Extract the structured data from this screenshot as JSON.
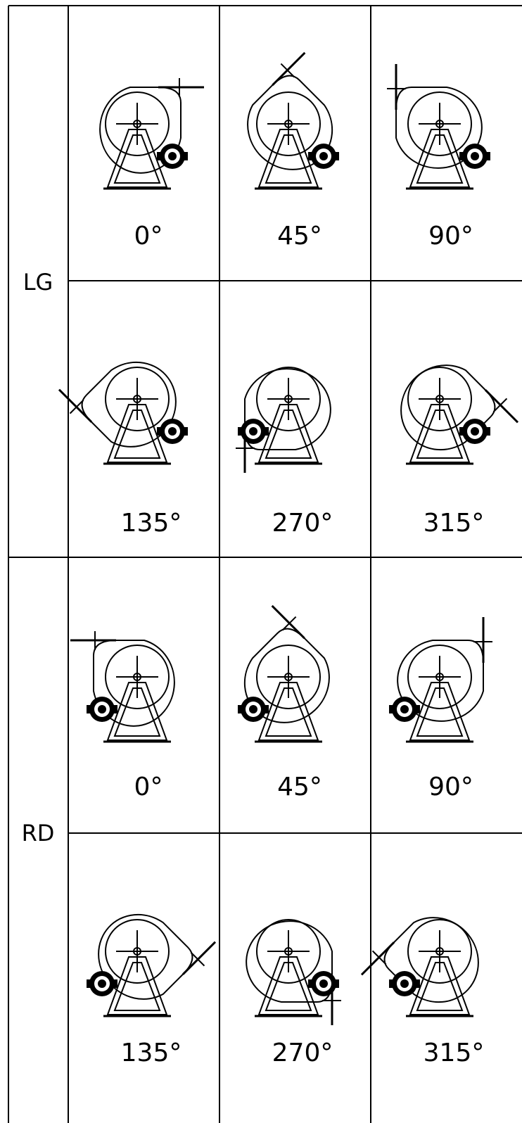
{
  "groups": [
    {
      "label": "LG",
      "cells": [
        {
          "angle": "0°"
        },
        {
          "angle": "45°"
        },
        {
          "angle": "90°"
        },
        {
          "angle": "135°"
        },
        {
          "angle": "270°"
        },
        {
          "angle": "315°"
        }
      ]
    },
    {
      "label": "RD",
      "cells": [
        {
          "angle": "0°"
        },
        {
          "angle": "45°"
        },
        {
          "angle": "90°"
        },
        {
          "angle": "135°"
        },
        {
          "angle": "270°"
        },
        {
          "angle": "315°"
        }
      ]
    }
  ]
}
